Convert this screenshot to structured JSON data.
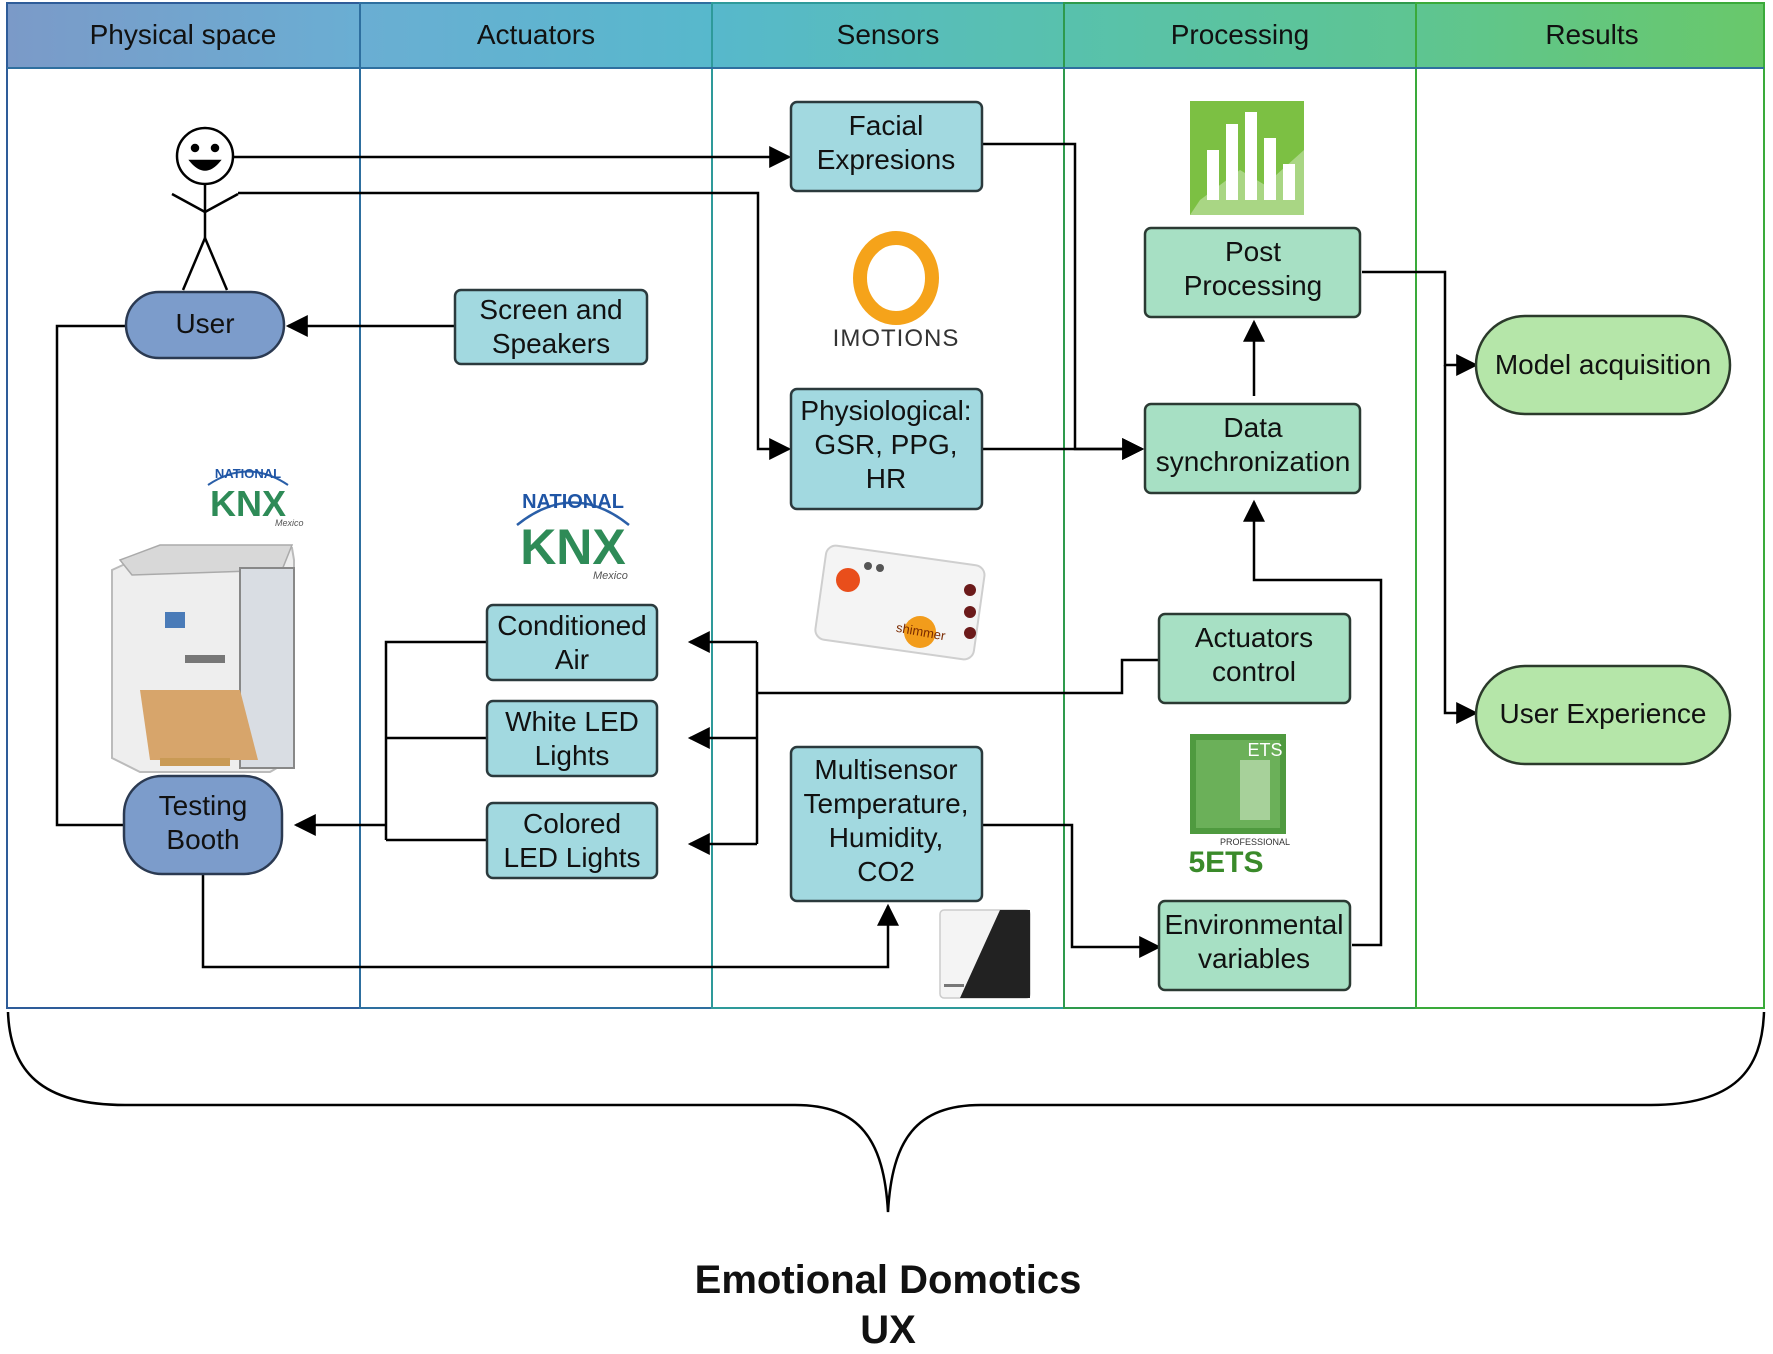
{
  "lanes": [
    {
      "title": "Physical space",
      "color": "#7b9dc6"
    },
    {
      "title": "Actuators",
      "color": "#5aa9d4"
    },
    {
      "title": "Sensors",
      "color": "#5bbcc2"
    },
    {
      "title": "Processing",
      "color": "#5cc29a"
    },
    {
      "title": "Results",
      "color": "#67c76b"
    }
  ],
  "nodes": {
    "user": "User",
    "testing_booth": [
      "Testing",
      "Booth"
    ],
    "screen_speakers": [
      "Screen and",
      "Speakers"
    ],
    "conditioned_air": [
      "Conditioned",
      "Air"
    ],
    "white_led": [
      "White LED",
      "Lights"
    ],
    "colored_led": [
      "Colored",
      "LED Lights"
    ],
    "facial": [
      "Facial",
      "Expresions"
    ],
    "physiological": [
      "Physiological:",
      "GSR, PPG,",
      "HR"
    ],
    "multisensor": [
      "Multisensor",
      "Temperature,",
      "Humidity,",
      "CO2"
    ],
    "post_processing": [
      "Post",
      "Processing"
    ],
    "data_sync": [
      "Data",
      "synchronization"
    ],
    "actuators_control": [
      "Actuators",
      "control"
    ],
    "environmental": [
      "Environmental",
      "variables"
    ],
    "model_acquisition": "Model acquisition",
    "user_experience": "User Experience"
  },
  "logos": {
    "imotions": "IMOTIONS",
    "knx_national": "NATIONAL",
    "knx": "KNX",
    "knx_mexico": "Mexico",
    "shimmer": "shimmer",
    "ets_top": "ETS",
    "ets_professional": "PROFESSIONAL",
    "ets_bottom": "5ETS"
  },
  "footer": {
    "line1": "Emotional Domotics",
    "line2": "UX"
  },
  "colors": {
    "physical_node": "#7c9ccb",
    "blue_node": "#a2d9e0",
    "green_node": "#a7e0c4",
    "result_node": "#b5e6a9",
    "lane_border_1": "#2e5c99",
    "lane_border_3": "#2e9a9a",
    "lane_border_4": "#2e9a4c"
  },
  "icons": [
    "smiley-stick-figure",
    "bar-chart-app-icon",
    "imotions-logo",
    "knx-logo",
    "shimmer-device",
    "ets5-logo",
    "testing-booth-image",
    "multisensor-device"
  ]
}
